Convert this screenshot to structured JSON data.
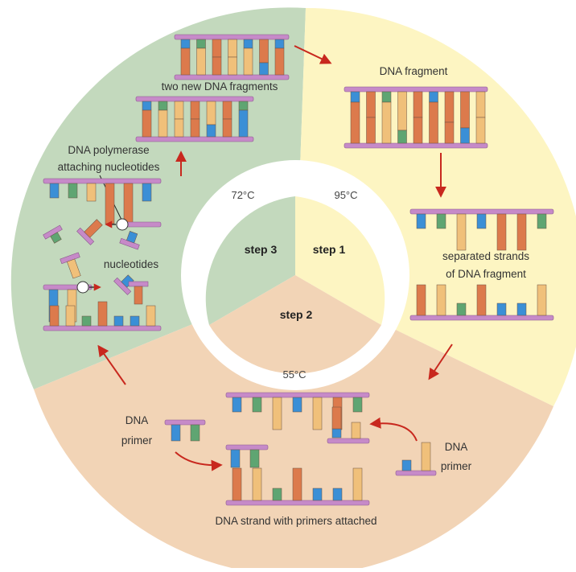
{
  "steps": {
    "step1": {
      "label": "step 1",
      "temp": "95°C"
    },
    "step2": {
      "label": "step 2",
      "temp": "55°C"
    },
    "step3": {
      "label": "step 3",
      "temp": "72°C"
    }
  },
  "labels": {
    "dna_fragment": "DNA fragment",
    "separated_1": "separated strands",
    "separated_2": "of DNA fragment",
    "primer_left_1": "DNA",
    "primer_left_2": "primer",
    "primer_right_1": "DNA",
    "primer_right_2": "primer",
    "strand_with_primers": "DNA strand with primers attached",
    "polymerase_1": "DNA polymerase",
    "polymerase_2": "attaching nucleotides",
    "nucleotides": "nucleotides",
    "two_new": "two new DNA fragments"
  },
  "colors": {
    "sector_step1": "#fdf5c2",
    "sector_step2": "#f2d4b6",
    "sector_step3": "#c3d9bd",
    "backbone": "#c68ac8",
    "arrow": "#c8281e",
    "base_blue": "#3b8fd6",
    "base_green": "#5fa572",
    "base_orange": "#dc7a4c",
    "base_tan": "#f0c07a"
  }
}
